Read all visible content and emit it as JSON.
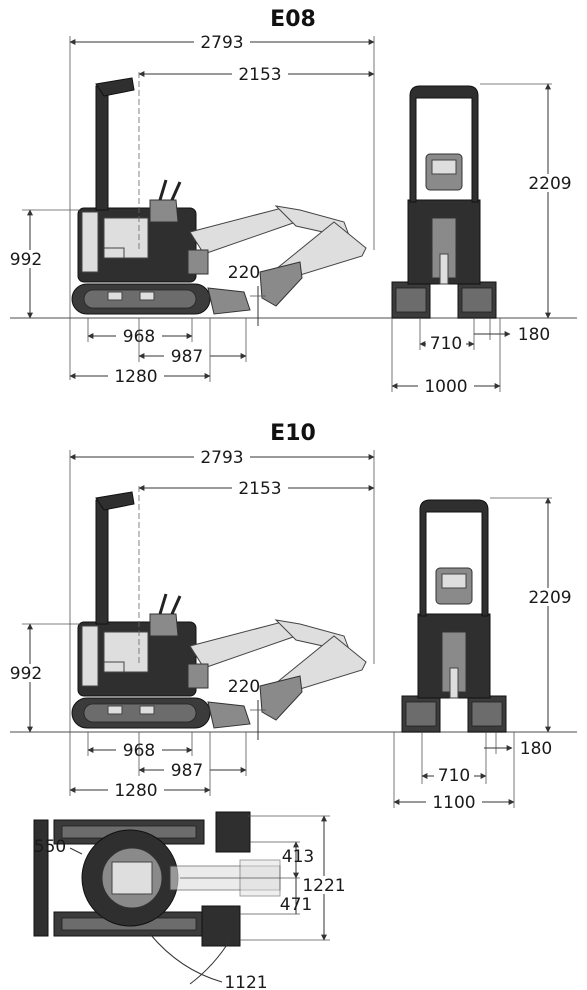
{
  "models": [
    {
      "id": "e08",
      "title": "E08",
      "dims": {
        "overall_length": "2793",
        "swing_to_front": "2153",
        "height": "2209",
        "height_992": "992",
        "dig_depth": "220",
        "track_968": "968",
        "track_987": "987",
        "track_1280": "1280",
        "track_710": "710",
        "track_180": "180",
        "width": "1000"
      }
    },
    {
      "id": "e10",
      "title": "E10",
      "dims": {
        "overall_length": "2793",
        "swing_to_front": "2153",
        "height": "2209",
        "height_992": "992",
        "dig_depth": "220",
        "track_968": "968",
        "track_987": "987",
        "track_1280": "1280",
        "track_710": "710",
        "track_180": "180",
        "width": "1100"
      }
    }
  ],
  "top_view": {
    "d550": "550",
    "d413": "413",
    "d1221": "1221",
    "d471": "471",
    "d1121": "1121"
  }
}
